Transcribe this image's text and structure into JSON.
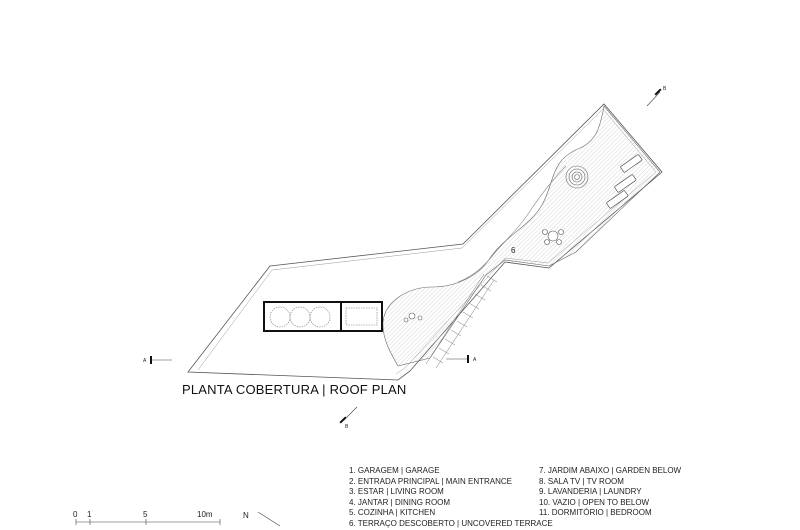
{
  "title": "PLANTA COBERTURA | ROOF PLAN",
  "room_marker": "6",
  "section_marks": {
    "a_left": "A",
    "a_right": "A",
    "b_top": "B",
    "b_bottom": "B"
  },
  "legend": {
    "left": [
      "1. GARAGEM | GARAGE",
      "2. ENTRADA PRINCIPAL | MAIN ENTRANCE",
      "3. ESTAR | LIVING ROOM",
      "4. JANTAR | DINING ROOM",
      "5. COZINHA | KITCHEN",
      "6. TERRAÇO DESCOBERTO | UNCOVERED TERRACE"
    ],
    "right": [
      "7. JARDIM ABAIXO | GARDEN BELOW",
      "8. SALA TV | TV ROOM",
      "9. LAVANDERIA | LAUNDRY",
      "10. VAZIO | OPEN TO BELOW",
      "11. DORMITÓRIO | BEDROOM"
    ]
  },
  "scale_bar": {
    "labels": [
      "0",
      "1",
      "5",
      "10m"
    ]
  },
  "north": {
    "label": "N"
  }
}
